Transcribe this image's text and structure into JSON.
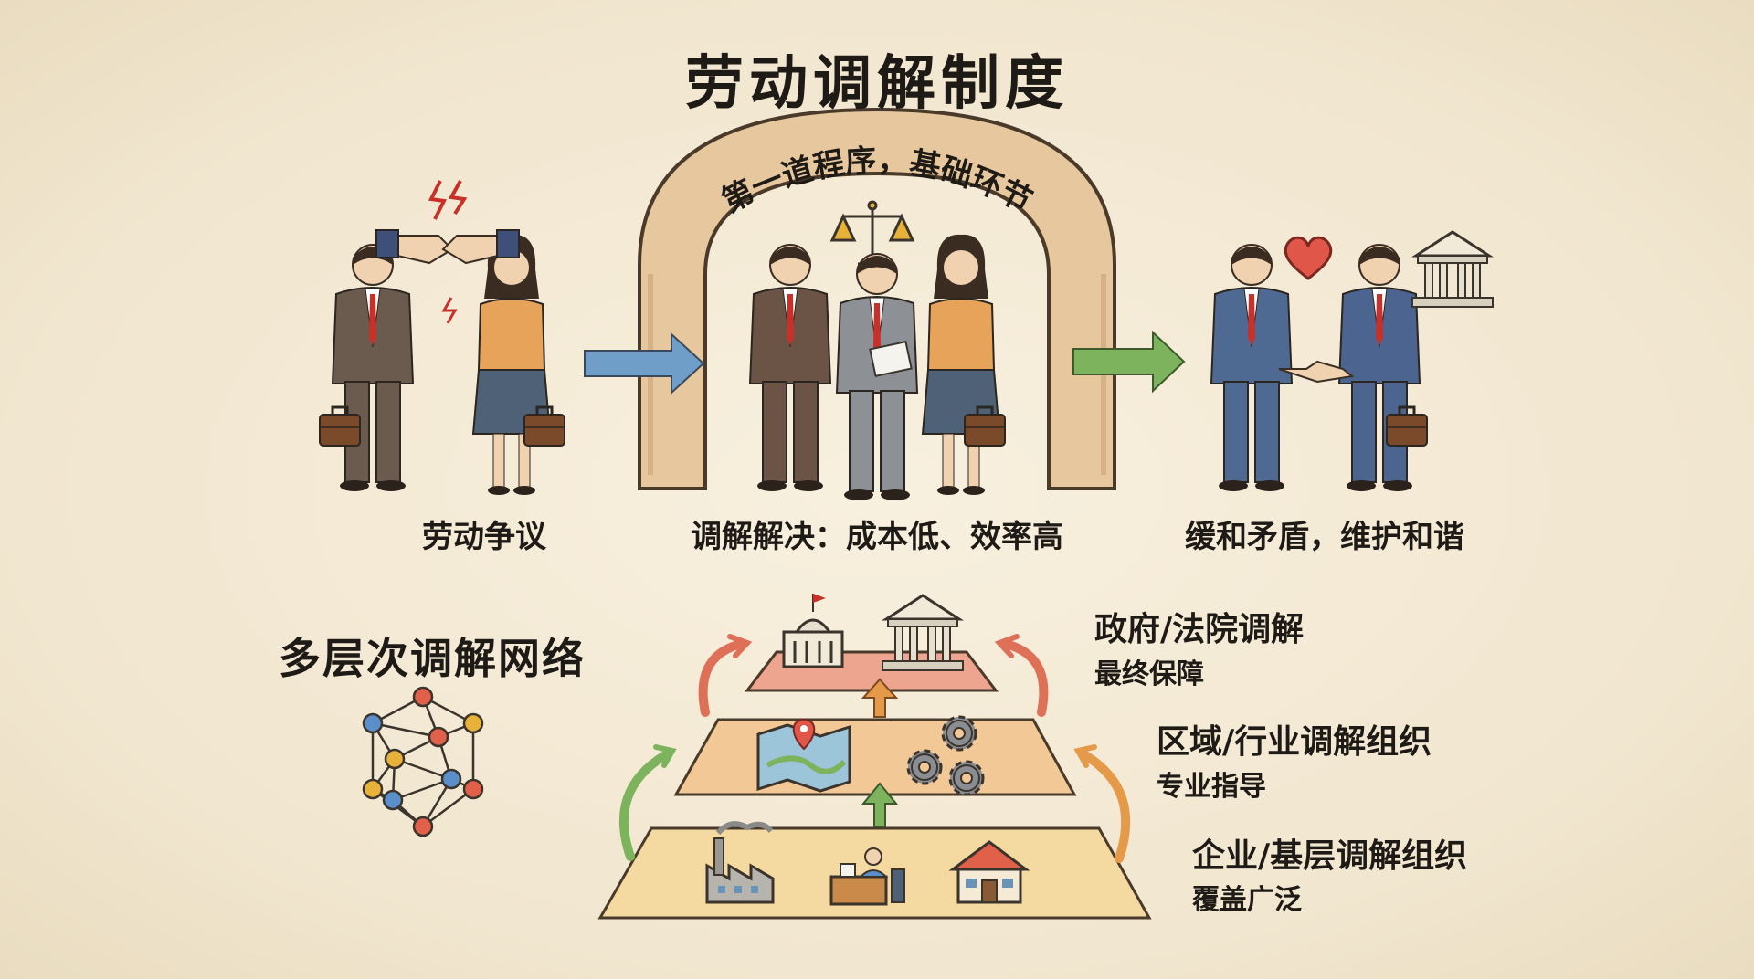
{
  "title": "劳动调解制度",
  "arch_label": "第一道程序，基础环节",
  "flow": [
    {
      "caption": "劳动争议"
    },
    {
      "caption": "调解解决：成本低、效率高"
    },
    {
      "caption": "缓和矛盾，维护和谐"
    }
  ],
  "network": {
    "title": "多层次调解网络",
    "node_colors": [
      "#e0604a",
      "#e8b23a",
      "#5b8fc9",
      "#e0604a",
      "#e8b23a",
      "#5b8fc9",
      "#e0604a",
      "#e8b23a",
      "#5b8fc9",
      "#e0604a",
      "#e8b23a",
      "#5b8fc9"
    ]
  },
  "levels": [
    {
      "name": "政府/法院调解",
      "note": "最终保障",
      "color": "#eea58f"
    },
    {
      "name": "区域/行业调解组织",
      "note": "专业指导",
      "color": "#f2c896"
    },
    {
      "name": "企业/基层调解组织",
      "note": "覆盖广泛",
      "color": "#f4daa0"
    }
  ],
  "colors": {
    "arrow_blue": "#6f9fc8",
    "arrow_green": "#7db35c",
    "arrow_red": "#df7058",
    "arrow_orange": "#e59a4a",
    "heart": "#e0574a"
  }
}
